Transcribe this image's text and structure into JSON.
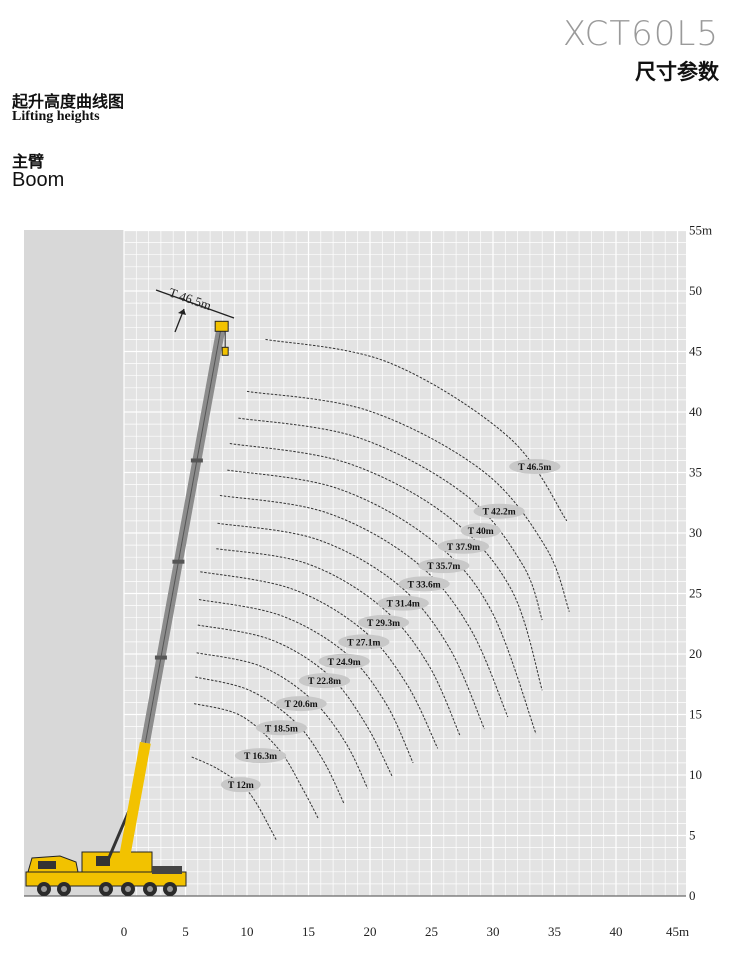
{
  "header": {
    "model": "XCT60L5",
    "section": "尺寸参数"
  },
  "title": {
    "cn": "起升高度曲线图",
    "en": "Lifting heights"
  },
  "boom": {
    "cn": "主臂",
    "en": "Boom"
  },
  "chart_data": {
    "type": "line",
    "x_unit": "m",
    "y_unit": "m",
    "x_ticks": [
      "0",
      "5",
      "10",
      "15",
      "20",
      "25",
      "30",
      "35",
      "40",
      "45m"
    ],
    "y_ticks": [
      "0",
      "5",
      "10",
      "15",
      "20",
      "25",
      "30",
      "35",
      "40",
      "45",
      "50",
      "55m"
    ],
    "xlim": [
      -8,
      45
    ],
    "ylim": [
      0,
      55
    ],
    "grid": true,
    "boom_label": "T 46.5m",
    "colors": {
      "crane": "#f2c200",
      "boom": "#8c8c8c",
      "curve": "#333333",
      "label_bg": "#c8c8c8"
    },
    "series": [
      {
        "name": "T 12m",
        "label_at": [
          9.5,
          9.2
        ],
        "points": [
          [
            5.5,
            11.5
          ],
          [
            7.8,
            10.4
          ],
          [
            10.2,
            8.5
          ],
          [
            12.4,
            4.6
          ]
        ]
      },
      {
        "name": "T 16.3m",
        "label_at": [
          11.1,
          11.6
        ],
        "points": [
          [
            5.7,
            15.9
          ],
          [
            9.5,
            14.9
          ],
          [
            12.6,
            12.1
          ],
          [
            14.5,
            8.9
          ],
          [
            15.8,
            6.4
          ]
        ]
      },
      {
        "name": "T 18.5m",
        "label_at": [
          12.8,
          13.9
        ],
        "points": [
          [
            5.8,
            18.1
          ],
          [
            10.2,
            17.0
          ],
          [
            13.9,
            14.4
          ],
          [
            16.2,
            11.2
          ],
          [
            17.9,
            7.6
          ]
        ]
      },
      {
        "name": "T 20.6m",
        "label_at": [
          14.4,
          15.9
        ],
        "points": [
          [
            5.9,
            20.1
          ],
          [
            11.1,
            19.0
          ],
          [
            15.2,
            16.3
          ],
          [
            18.0,
            12.7
          ],
          [
            19.8,
            8.9
          ]
        ]
      },
      {
        "name": "T 22.8m",
        "label_at": [
          16.3,
          17.8
        ],
        "points": [
          [
            6.0,
            22.4
          ],
          [
            11.9,
            21.2
          ],
          [
            16.6,
            18.3
          ],
          [
            19.6,
            14.3
          ],
          [
            21.8,
            9.9
          ]
        ]
      },
      {
        "name": "T 24.9m",
        "label_at": [
          17.9,
          19.4
        ],
        "points": [
          [
            6.1,
            24.5
          ],
          [
            12.7,
            23.2
          ],
          [
            18.0,
            20.1
          ],
          [
            21.3,
            15.9
          ],
          [
            23.5,
            11.0
          ]
        ]
      },
      {
        "name": "T 27.1m",
        "label_at": [
          19.5,
          21.0
        ],
        "points": [
          [
            6.2,
            26.8
          ],
          [
            13.6,
            25.4
          ],
          [
            19.4,
            22.0
          ],
          [
            23.0,
            17.5
          ],
          [
            25.5,
            12.2
          ]
        ]
      },
      {
        "name": "T 29.3m",
        "label_at": [
          21.1,
          22.6
        ],
        "points": [
          [
            7.5,
            28.7
          ],
          [
            14.8,
            27.5
          ],
          [
            20.8,
            24.0
          ],
          [
            24.7,
            19.2
          ],
          [
            27.3,
            13.3
          ]
        ]
      },
      {
        "name": "T 31.4m",
        "label_at": [
          22.7,
          24.2
        ],
        "points": [
          [
            7.6,
            30.8
          ],
          [
            15.6,
            29.5
          ],
          [
            22.2,
            25.8
          ],
          [
            26.4,
            20.6
          ],
          [
            29.3,
            13.8
          ]
        ]
      },
      {
        "name": "T 33.6m",
        "label_at": [
          24.4,
          25.8
        ],
        "points": [
          [
            7.8,
            33.1
          ],
          [
            16.4,
            31.7
          ],
          [
            23.6,
            27.7
          ],
          [
            28.1,
            22.2
          ],
          [
            31.2,
            14.8
          ]
        ]
      },
      {
        "name": "T 35.7m",
        "label_at": [
          26.0,
          27.3
        ],
        "points": [
          [
            8.4,
            35.2
          ],
          [
            17.3,
            33.7
          ],
          [
            24.9,
            29.5
          ],
          [
            29.8,
            23.7
          ],
          [
            33.5,
            13.4
          ]
        ]
      },
      {
        "name": "T 37.9m",
        "label_at": [
          27.6,
          28.9
        ],
        "points": [
          [
            8.6,
            37.4
          ],
          [
            18.1,
            35.8
          ],
          [
            26.3,
            31.4
          ],
          [
            31.5,
            25.3
          ],
          [
            34.0,
            17.0
          ]
        ]
      },
      {
        "name": "T 40m",
        "label_at": [
          29.0,
          30.2
        ],
        "points": [
          [
            9.3,
            39.5
          ],
          [
            19.0,
            37.9
          ],
          [
            27.7,
            33.2
          ],
          [
            32.4,
            27.4
          ],
          [
            34.0,
            22.8
          ]
        ]
      },
      {
        "name": "T 42.2m",
        "label_at": [
          30.5,
          31.8
        ],
        "points": [
          [
            10.0,
            41.7
          ],
          [
            19.9,
            40.1
          ],
          [
            29.2,
            35.1
          ],
          [
            34.3,
            28.8
          ],
          [
            36.2,
            23.5
          ]
        ]
      },
      {
        "name": "T 46.5m",
        "label_at": [
          33.4,
          35.5
        ],
        "points": [
          [
            11.5,
            46.0
          ],
          [
            21.5,
            44.1
          ],
          [
            31.3,
            37.9
          ],
          [
            36.0,
            31.0
          ]
        ]
      }
    ]
  }
}
